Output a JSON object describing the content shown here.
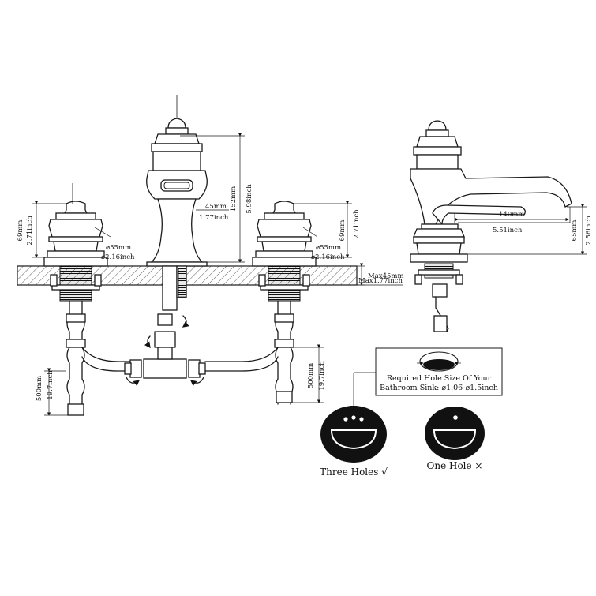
{
  "dimensions": {
    "left_handle_height_mm": "69mm",
    "left_handle_height_in": "2.71inch",
    "left_handle_dia_mm": "⌀55mm",
    "left_handle_dia_in": "⌀2.16inch",
    "spout_width_mm": "45mm",
    "spout_width_in": "1.77inch",
    "spout_height_mm": "152mm",
    "spout_height_in": "5.98inch",
    "right_handle_height_mm": "69mm",
    "right_handle_height_in": "2.71inch",
    "right_handle_dia_mm": "⌀55mm",
    "right_handle_dia_in": "⌀2.16inch",
    "deck_max_mm": "Max45mm",
    "deck_max_in": "Max1.77inch",
    "left_hose_mm": "500mm",
    "left_hose_in": "19.7inch",
    "right_hose_mm": "500mm",
    "right_hose_in": "19.7inch",
    "reach_mm": "140mm",
    "reach_in": "5.51inch",
    "outlet_height_mm": "65mm",
    "outlet_height_in": "2.56inch"
  },
  "note": {
    "line1": "Required Hole Size Of Your",
    "line2": "Bathroom Sink: ⌀1.06-⌀1.5inch"
  },
  "sinks": {
    "three_holes": "Three Holes √",
    "one_hole": "One Hole ×"
  }
}
